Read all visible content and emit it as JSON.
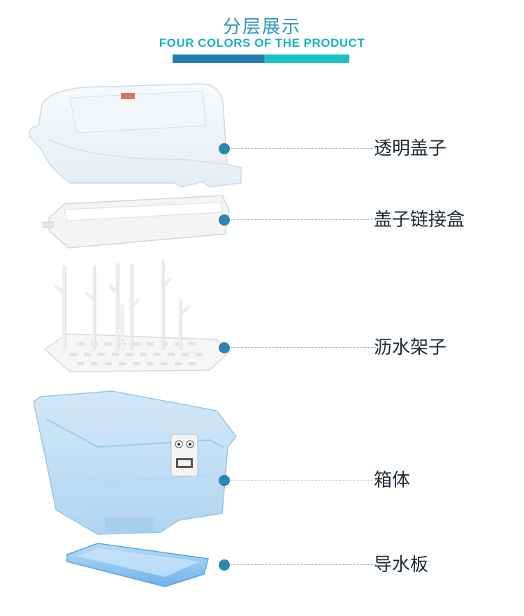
{
  "header": {
    "title_cn": "分层展示",
    "title_en": "FOUR COLORS OF THE PRODUCT"
  },
  "parts": [
    {
      "label": "透明盖子"
    },
    {
      "label": "盖子链接盒"
    },
    {
      "label": "沥水架子"
    },
    {
      "label": "箱体"
    },
    {
      "label": "导水板"
    }
  ],
  "colors": {
    "title": "#2a98b8",
    "subtitle": "#17b3bf",
    "bar_left": "#2380ad",
    "bar_right": "#1bc2c4",
    "dot": "#2a86ad",
    "label": "#1e2a38"
  }
}
